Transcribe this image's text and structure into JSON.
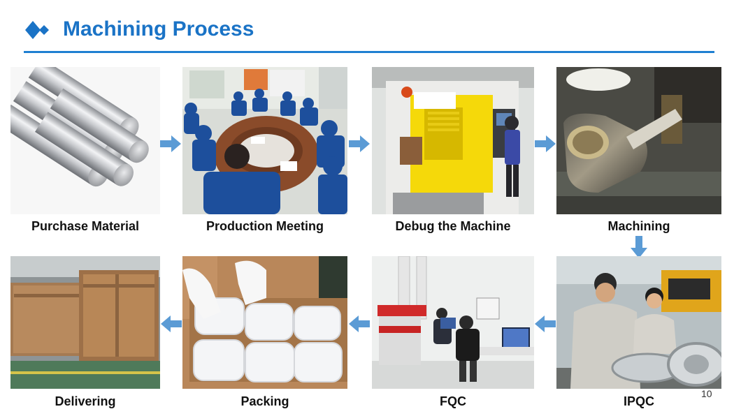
{
  "header": {
    "title": "Machining Process",
    "accent_color": "#1a73c6",
    "logo_icon": "diamond-logo-icon"
  },
  "steps": [
    {
      "label": "Purchase Material",
      "photo": "steel-bars-photo"
    },
    {
      "label": "Production Meeting",
      "photo": "meeting-room-photo"
    },
    {
      "label": "Debug the Machine",
      "photo": "cnc-machine-photo"
    },
    {
      "label": "Machining",
      "photo": "machining-closeup-photo"
    },
    {
      "label": "IPQC",
      "photo": "inspection-workers-photo"
    },
    {
      "label": "FQC",
      "photo": "cmm-lab-photo"
    },
    {
      "label": "Packing",
      "photo": "foam-packing-photo"
    },
    {
      "label": "Delivering",
      "photo": "wooden-crates-photo"
    }
  ],
  "arrow_color": "#5b9bd5",
  "page_number": "10"
}
